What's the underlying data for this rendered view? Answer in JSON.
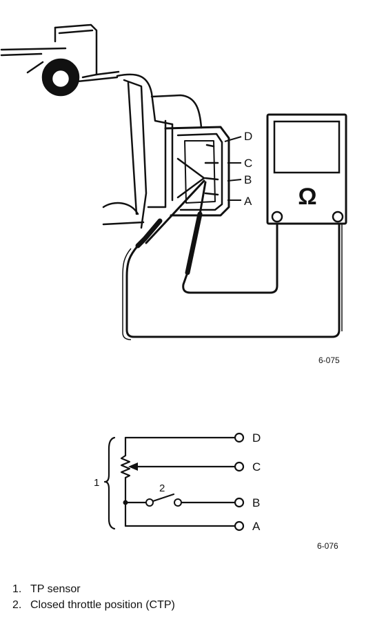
{
  "figure1": {
    "code": "6-075",
    "terminals": [
      "D",
      "C",
      "B",
      "A"
    ],
    "meter_symbol": "Ω"
  },
  "figure2": {
    "code": "6-076",
    "bracket_label": "1",
    "switch_label": "2",
    "terminals": [
      "D",
      "C",
      "B",
      "A"
    ]
  },
  "legend": [
    {
      "num": "1.",
      "text": "TP sensor"
    },
    {
      "num": "2.",
      "text": "Closed throttle position (CTP)"
    }
  ]
}
